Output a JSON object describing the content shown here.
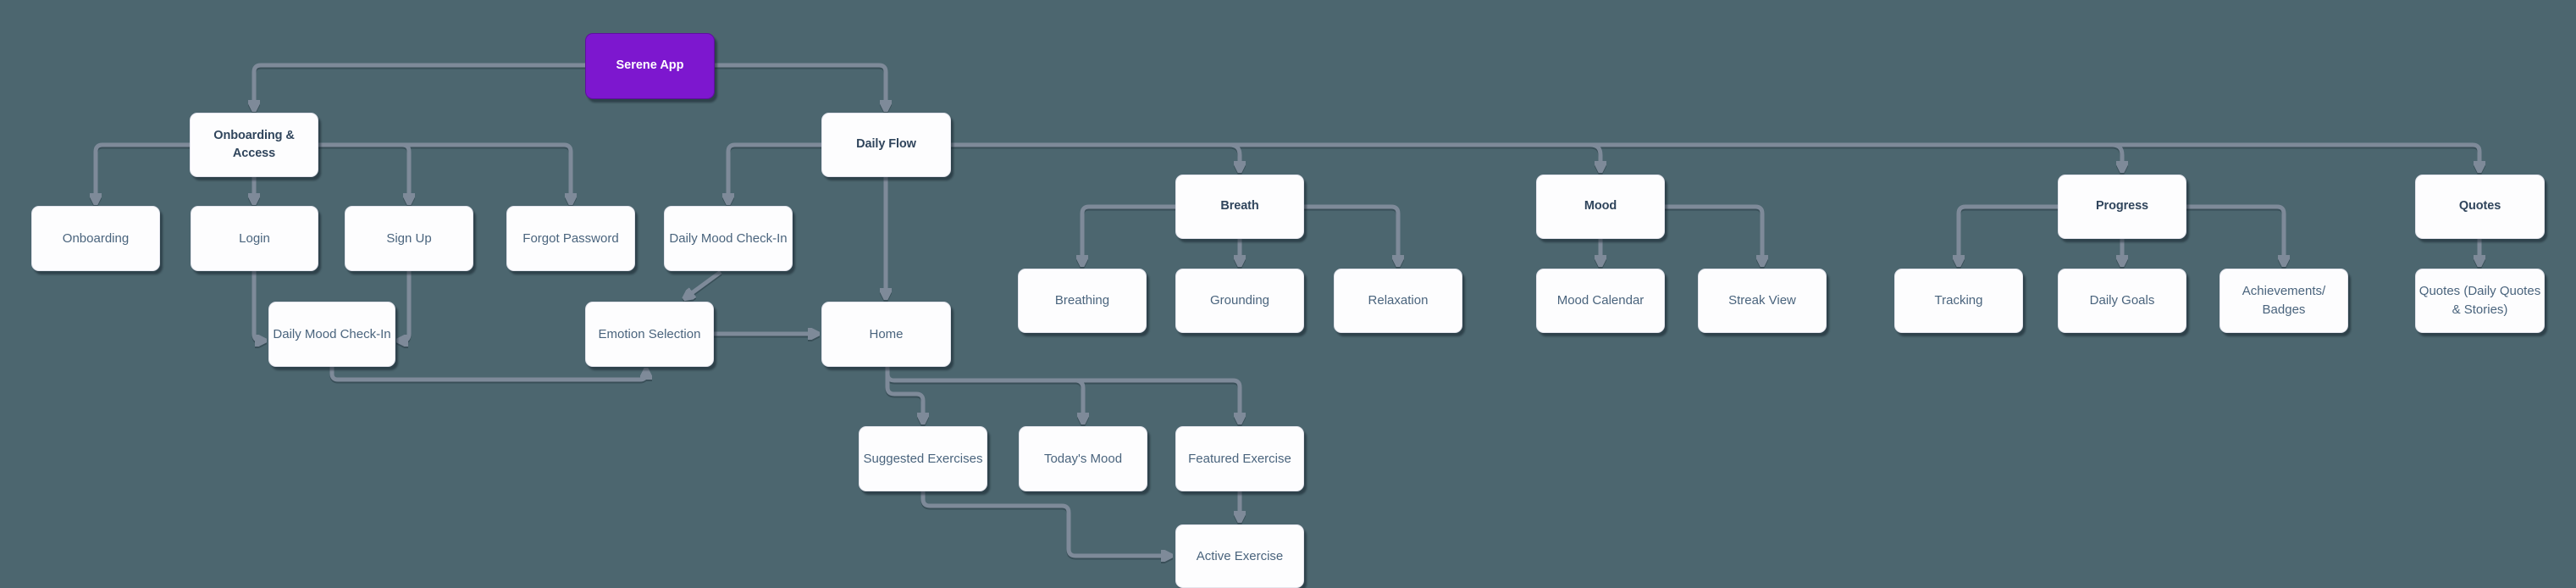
{
  "diagram": {
    "type": "flowchart",
    "root_label": "Serene App",
    "nodes": [
      {
        "id": "serene-app",
        "label": "Serene App",
        "kind": "root"
      },
      {
        "id": "onboarding-access",
        "label": "Onboarding & Access",
        "kind": "branch"
      },
      {
        "id": "daily-flow",
        "label": "Daily Flow",
        "kind": "branch"
      },
      {
        "id": "onboarding",
        "label": "Onboarding",
        "kind": "leaf"
      },
      {
        "id": "login",
        "label": "Login",
        "kind": "leaf"
      },
      {
        "id": "sign-up",
        "label": "Sign Up",
        "kind": "leaf"
      },
      {
        "id": "forgot-password",
        "label": "Forgot Password",
        "kind": "leaf"
      },
      {
        "id": "daily-mood-check-in-1",
        "label": "Daily Mood Check-In",
        "kind": "leaf"
      },
      {
        "id": "daily-mood-check-in-2",
        "label": "Daily Mood Check-In",
        "kind": "leaf"
      },
      {
        "id": "emotion-selection",
        "label": "Emotion Selection",
        "kind": "leaf"
      },
      {
        "id": "home",
        "label": "Home",
        "kind": "leaf"
      },
      {
        "id": "breath",
        "label": "Breath",
        "kind": "branch"
      },
      {
        "id": "mood",
        "label": "Mood",
        "kind": "branch"
      },
      {
        "id": "progress",
        "label": "Progress",
        "kind": "branch"
      },
      {
        "id": "quotes",
        "label": "Quotes",
        "kind": "branch"
      },
      {
        "id": "breathing",
        "label": "Breathing",
        "kind": "leaf"
      },
      {
        "id": "grounding",
        "label": "Grounding",
        "kind": "leaf"
      },
      {
        "id": "relaxation",
        "label": "Relaxation",
        "kind": "leaf"
      },
      {
        "id": "mood-calendar",
        "label": "Mood Calendar",
        "kind": "leaf"
      },
      {
        "id": "streak-view",
        "label": "Streak View",
        "kind": "leaf"
      },
      {
        "id": "tracking",
        "label": "Tracking",
        "kind": "leaf"
      },
      {
        "id": "daily-goals",
        "label": "Daily Goals",
        "kind": "leaf"
      },
      {
        "id": "achievements-badges",
        "label": "Achievements/\nBadges",
        "kind": "leaf"
      },
      {
        "id": "quotes-daily",
        "label": "Quotes (Daily Quotes\n& Stories)",
        "kind": "leaf"
      },
      {
        "id": "suggested-exercises",
        "label": "Suggested Exercises",
        "kind": "leaf"
      },
      {
        "id": "todays-mood",
        "label": "Today's Mood",
        "kind": "leaf"
      },
      {
        "id": "featured-exercise",
        "label": "Featured Exercise",
        "kind": "leaf"
      },
      {
        "id": "active-exercise",
        "label": "Active Exercise",
        "kind": "leaf"
      }
    ],
    "edges": [
      {
        "from": "serene-app",
        "to": "onboarding-access"
      },
      {
        "from": "serene-app",
        "to": "daily-flow"
      },
      {
        "from": "onboarding-access",
        "to": "onboarding"
      },
      {
        "from": "onboarding-access",
        "to": "login"
      },
      {
        "from": "onboarding-access",
        "to": "sign-up"
      },
      {
        "from": "onboarding-access",
        "to": "forgot-password"
      },
      {
        "from": "daily-flow",
        "to": "daily-mood-check-in-1"
      },
      {
        "from": "login",
        "to": "daily-mood-check-in-2"
      },
      {
        "from": "sign-up",
        "to": "daily-mood-check-in-2"
      },
      {
        "from": "daily-mood-check-in-1",
        "to": "emotion-selection"
      },
      {
        "from": "daily-mood-check-in-2",
        "to": "emotion-selection"
      },
      {
        "from": "emotion-selection",
        "to": "home"
      },
      {
        "from": "daily-flow",
        "to": "home"
      },
      {
        "from": "daily-flow",
        "to": "breath"
      },
      {
        "from": "daily-flow",
        "to": "mood"
      },
      {
        "from": "daily-flow",
        "to": "progress"
      },
      {
        "from": "daily-flow",
        "to": "quotes"
      },
      {
        "from": "breath",
        "to": "breathing"
      },
      {
        "from": "breath",
        "to": "grounding"
      },
      {
        "from": "breath",
        "to": "relaxation"
      },
      {
        "from": "mood",
        "to": "mood-calendar"
      },
      {
        "from": "mood",
        "to": "streak-view"
      },
      {
        "from": "progress",
        "to": "tracking"
      },
      {
        "from": "progress",
        "to": "daily-goals"
      },
      {
        "from": "progress",
        "to": "achievements-badges"
      },
      {
        "from": "quotes",
        "to": "quotes-daily"
      },
      {
        "from": "home",
        "to": "suggested-exercises"
      },
      {
        "from": "home",
        "to": "todays-mood"
      },
      {
        "from": "home",
        "to": "featured-exercise"
      },
      {
        "from": "suggested-exercises",
        "to": "active-exercise"
      },
      {
        "from": "featured-exercise",
        "to": "active-exercise"
      }
    ],
    "theme": {
      "background": "#4c666f",
      "node_fill": "#fdfdfe",
      "root_fill": "#7d17cf",
      "connector": "#7e8a99",
      "leaf_text": "#4a647d",
      "branch_text": "#30455c",
      "root_text": "#ffffff"
    }
  }
}
